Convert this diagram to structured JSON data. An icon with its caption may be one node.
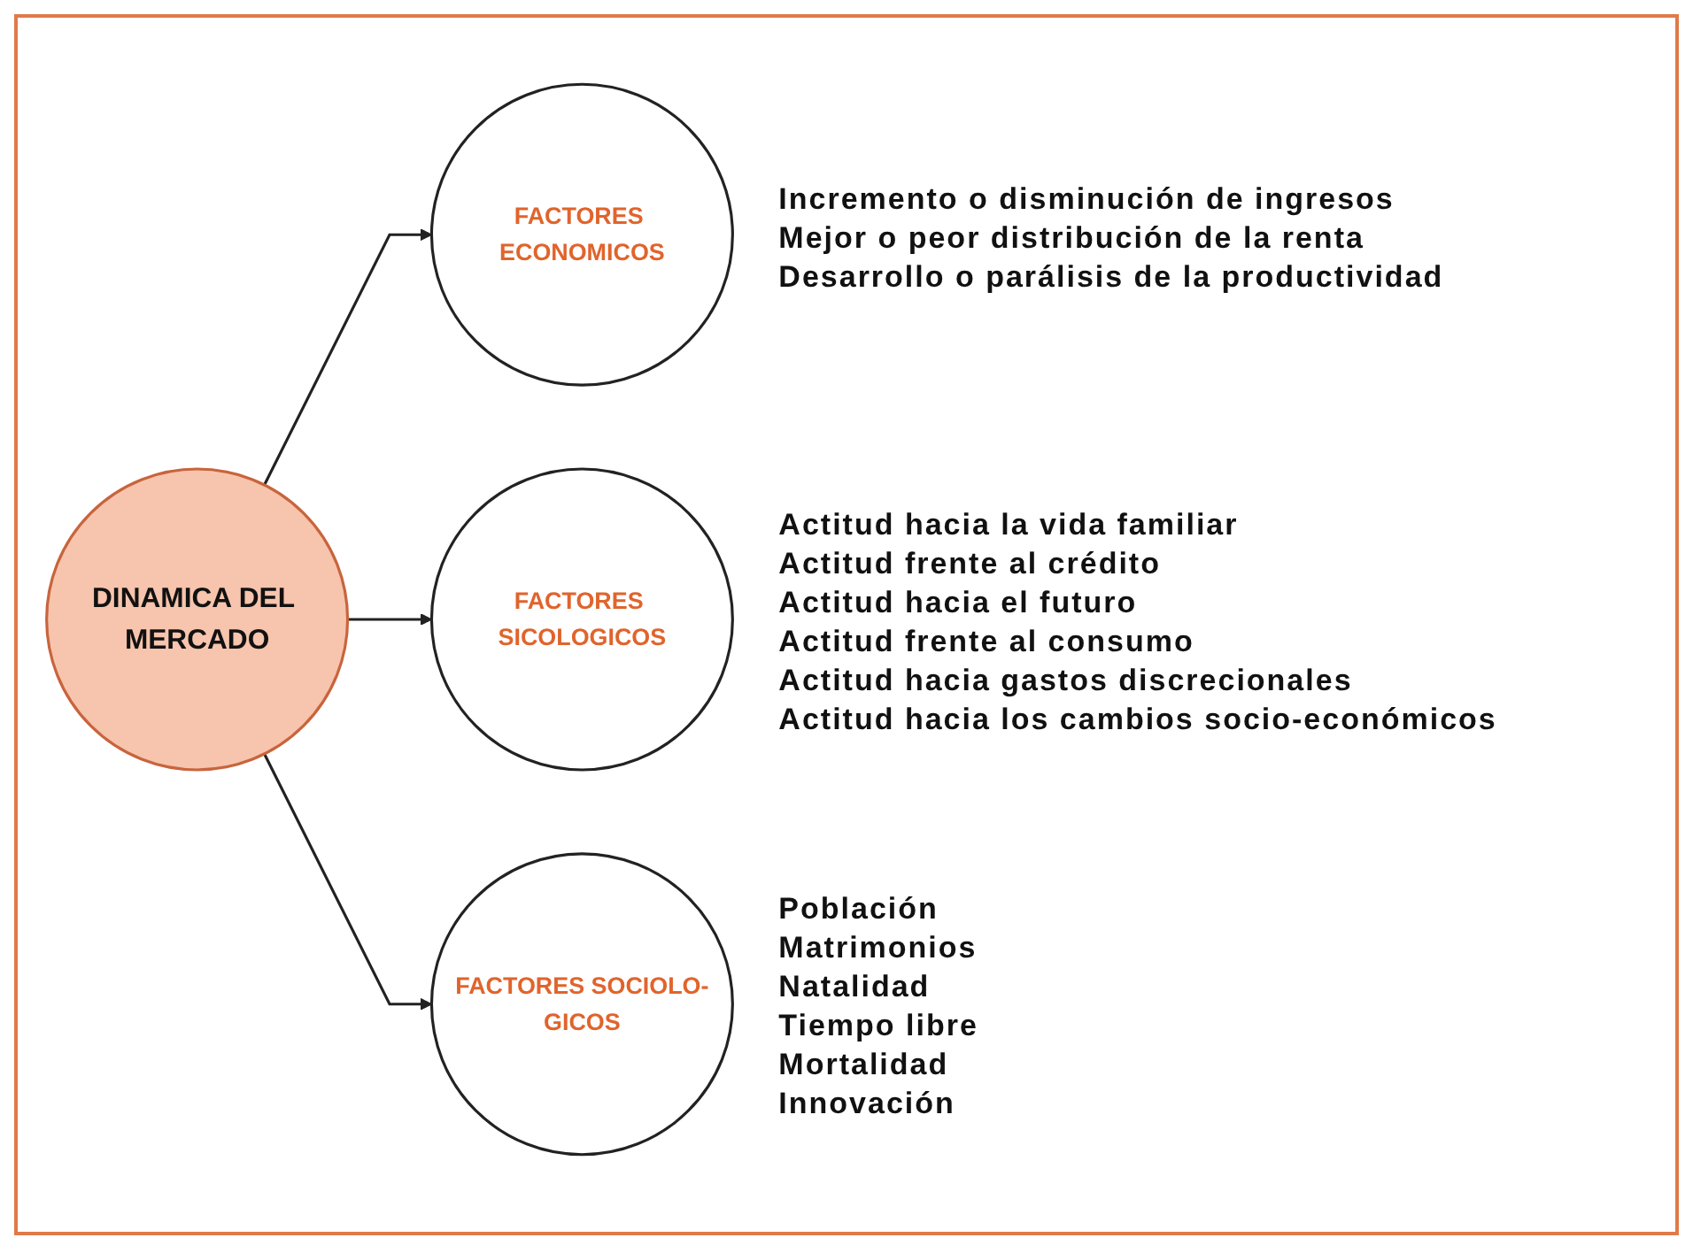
{
  "diagram": {
    "nodes": [
      {
        "text": [
          "DINAMICA DEL MERCADO"
        ]
      },
      {
        "text": [
          "FACTORES ECONOMICOS"
        ],
        "beside": [
          "Incremento o disminución de ingresos",
          "Mejor o peor distribución de la renta",
          "Desarrollo o parálisis de la productividad"
        ]
      },
      {
        "text": [
          "FACTORES SICOLOGICOS"
        ],
        "beside": [
          "Actitud hacia la vida familiar",
          "Actitud frente al crédito",
          "Actitud hacia el futuro",
          "Actitud frente al consumo",
          "Actitud hacia gastos discrecionales",
          "Actitud hacia los cambios socio-económicos"
        ]
      },
      {
        "text": [
          "FACTORES SOCIOLO-GICOS"
        ],
        "beside": [
          "Población",
          "Matrimonios",
          "Natalidad",
          "Tiempo libre",
          "Mortalidad",
          "Innovación"
        ]
      }
    ],
    "edges": [
      {
        "from": 0,
        "to": 1,
        "arrow": "to"
      },
      {
        "from": 0,
        "to": 2,
        "arrow": "to"
      },
      {
        "from": 0,
        "to": 3,
        "arrow": "to"
      }
    ]
  }
}
